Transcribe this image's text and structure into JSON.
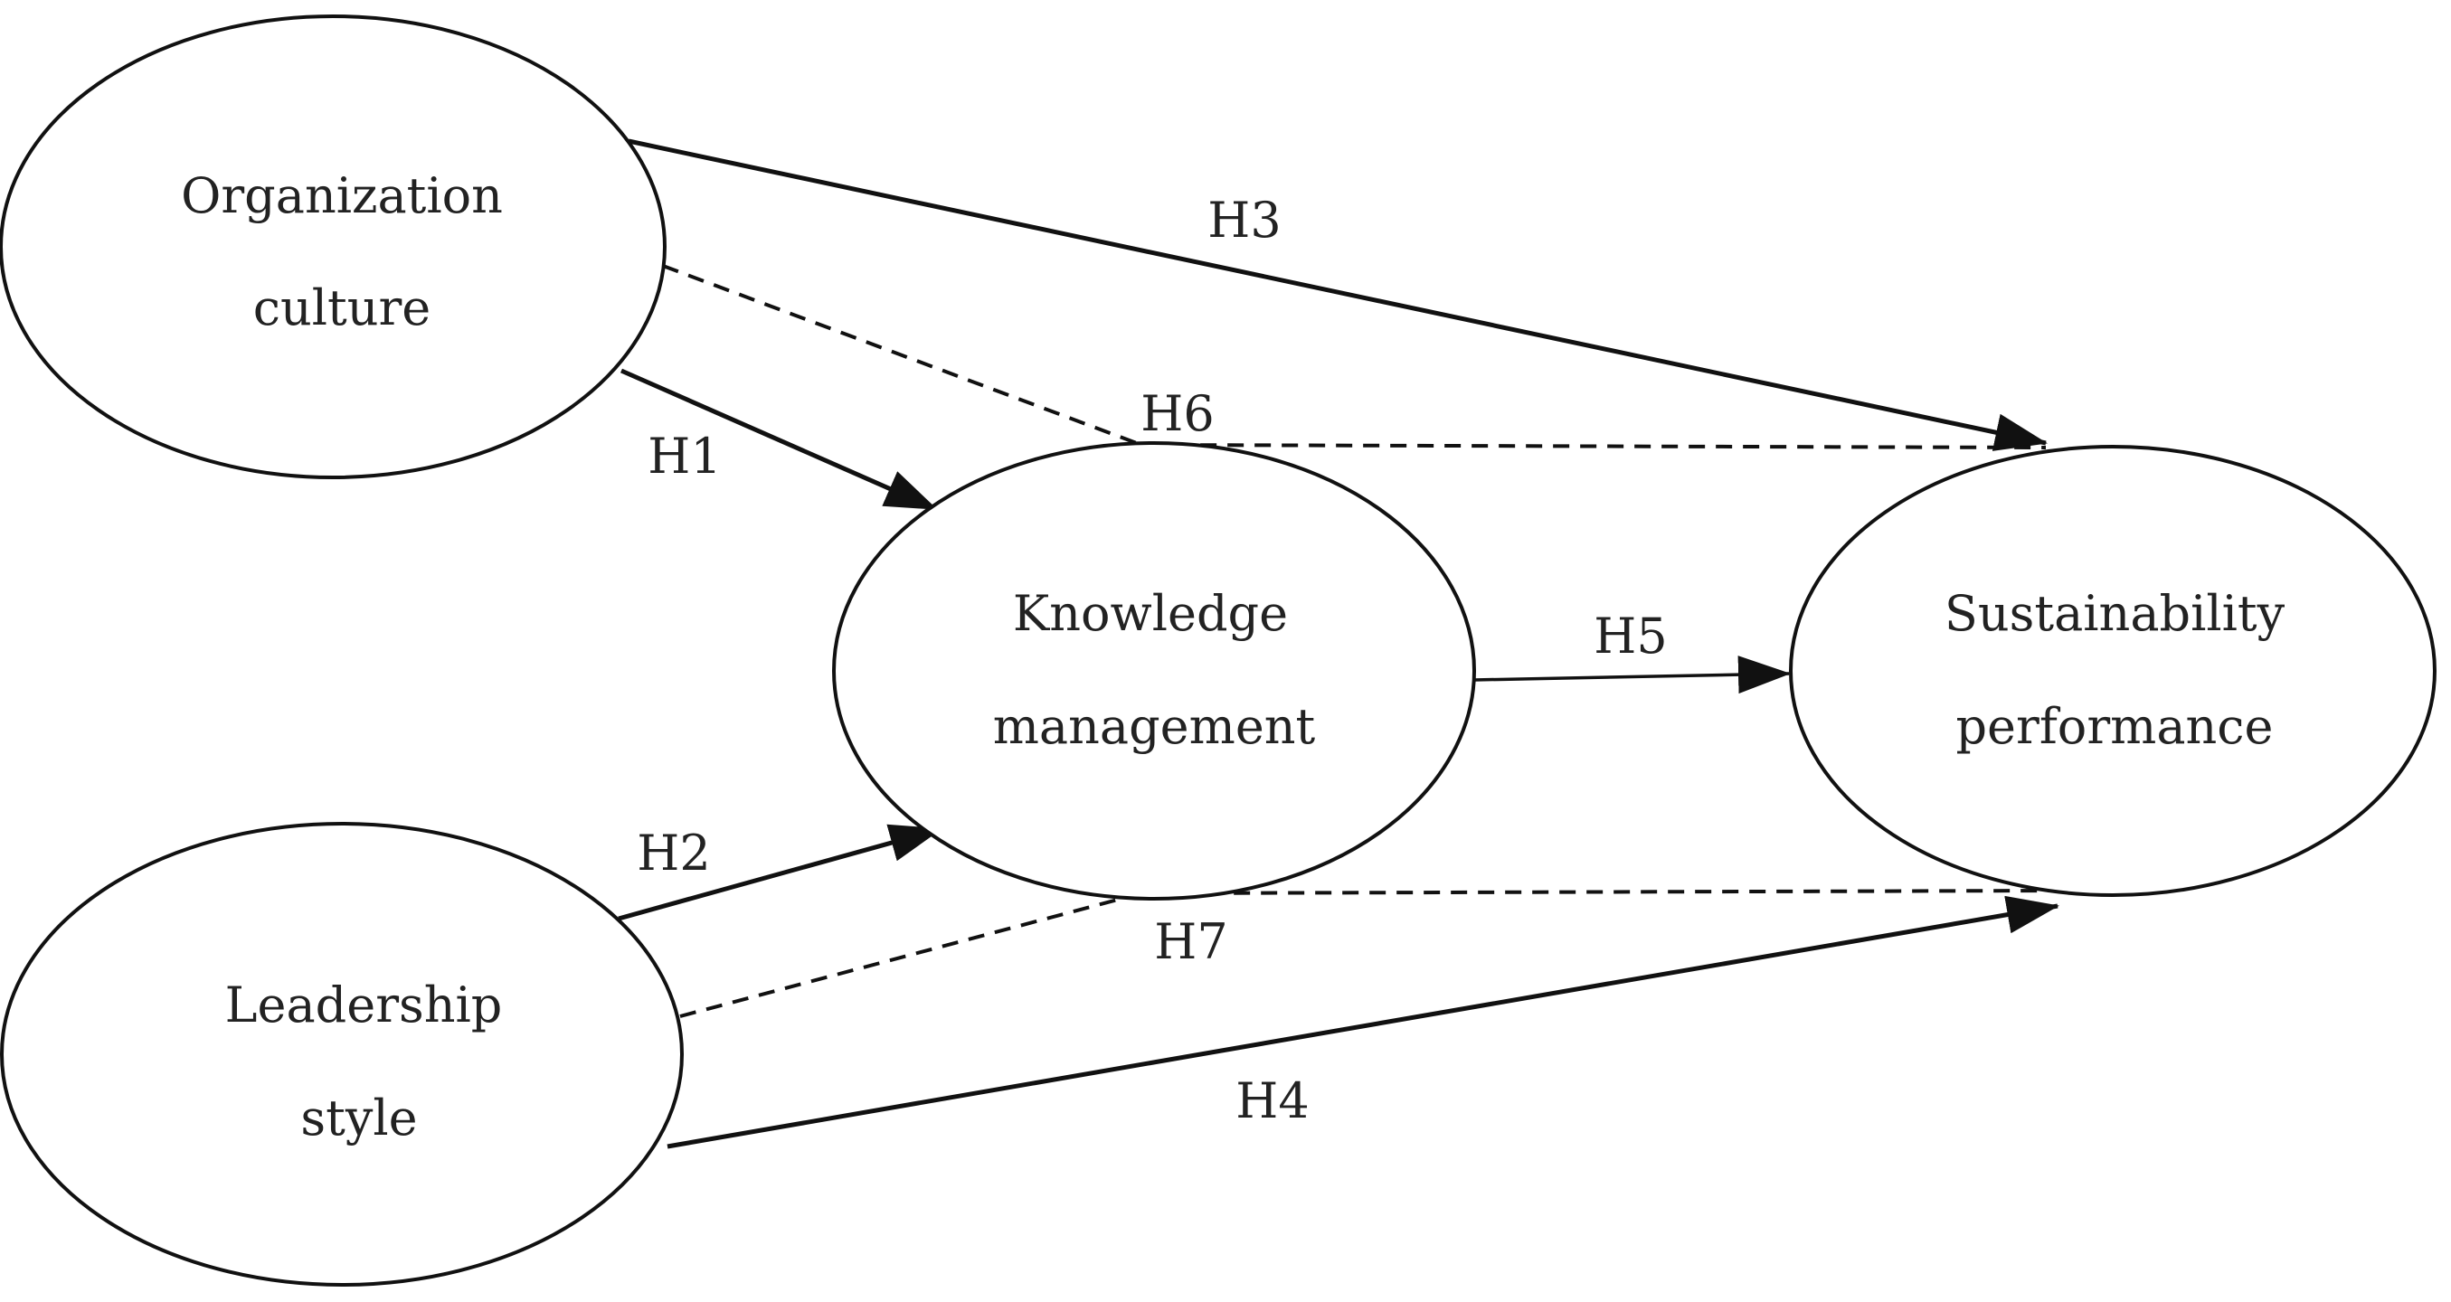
{
  "diagram": {
    "nodes": {
      "organization_culture": {
        "line1": "Organization",
        "line2": "culture"
      },
      "knowledge_management": {
        "line1": "Knowledge",
        "line2": "management"
      },
      "sustainability_performance": {
        "line1": "Sustainability",
        "line2": "performance"
      },
      "leadership_style": {
        "line1": "Leadership",
        "line2": "style"
      }
    },
    "edges": {
      "h1": {
        "label": "H1",
        "from": "Organization culture",
        "to": "Knowledge management",
        "style": "solid"
      },
      "h2": {
        "label": "H2",
        "from": "Leadership style",
        "to": "Knowledge management",
        "style": "solid"
      },
      "h3": {
        "label": "H3",
        "from": "Organization culture",
        "to": "Sustainability performance",
        "style": "solid"
      },
      "h4": {
        "label": "H4",
        "from": "Leadership style",
        "to": "Sustainability performance",
        "style": "solid"
      },
      "h5": {
        "label": "H5",
        "from": "Knowledge management",
        "to": "Sustainability performance",
        "style": "solid"
      },
      "h6": {
        "label": "H6",
        "from": "Organization culture",
        "to": "Sustainability performance",
        "style": "dashed"
      },
      "h7": {
        "label": "H7",
        "from": "Leadership style",
        "to": "Sustainability performance",
        "style": "dashed"
      }
    }
  }
}
